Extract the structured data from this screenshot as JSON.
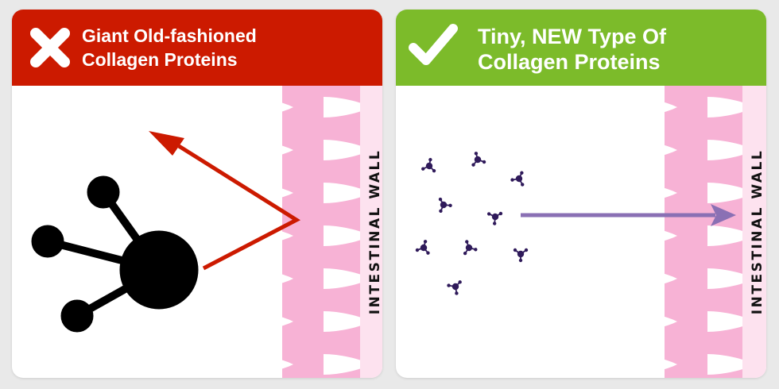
{
  "left_panel": {
    "title_line1": "Giant Old-fashioned",
    "title_line2": "Collagen Proteins",
    "header_color": "#cc1a00",
    "status_icon": "x-mark-icon",
    "wall_label": "INTESTINAL WALL",
    "arrow_color": "#cc1a00"
  },
  "right_panel": {
    "title_line1": "Tiny, NEW Type Of",
    "title_line2": "Collagen Proteins",
    "header_color": "#7cbb2a",
    "status_icon": "check-mark-icon",
    "wall_label": "INTESTINAL WALL",
    "arrow_color": "#8a70b4",
    "particle_color": "#2f1a5a"
  },
  "colors": {
    "wall_pink": "#f7b2d5",
    "wall_strip": "#fde2ef",
    "molecule": "#000000"
  }
}
